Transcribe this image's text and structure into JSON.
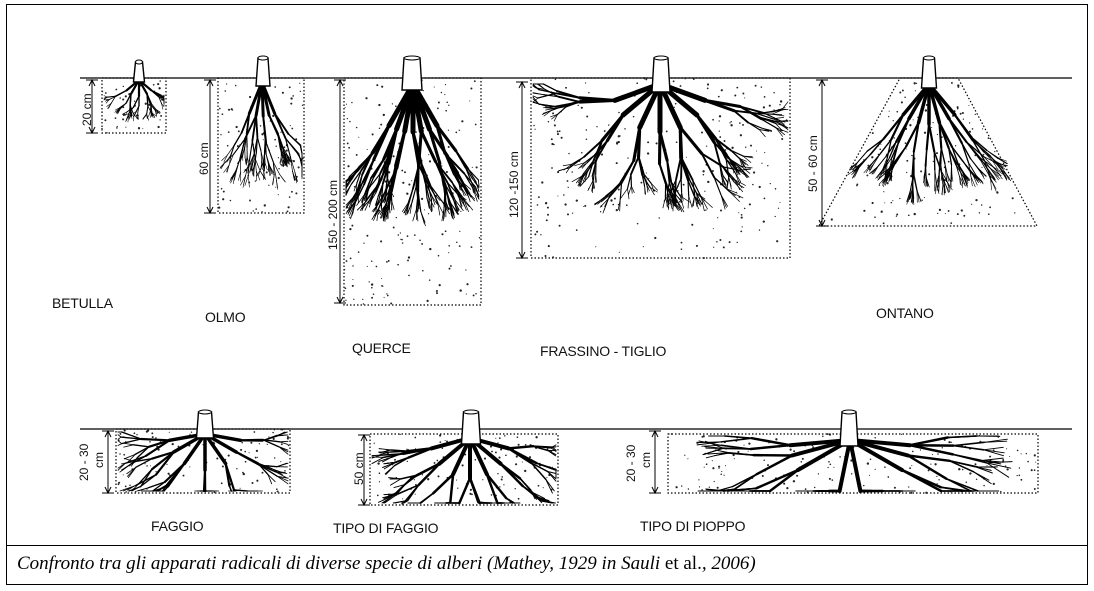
{
  "species": {
    "betulla": {
      "name": "BETULLA",
      "depth": "20 cm"
    },
    "olmo": {
      "name": "OLMO",
      "depth": "60 cm"
    },
    "querce": {
      "name": "QUERCE",
      "depth": "150 - 200 cm"
    },
    "frassino_tiglio": {
      "name": "FRASSINO - TIGLIO",
      "depth": "120 -150 cm"
    },
    "ontano": {
      "name": "ONTANO",
      "depth": "50 - 60 cm"
    },
    "faggio": {
      "name": "FAGGIO",
      "depth_line1": "20 - 30",
      "depth_line2": "cm"
    },
    "tipo_di_faggio": {
      "name": "TIPO DI FAGGIO",
      "depth": "50 cm"
    },
    "tipo_di_pioppo": {
      "name": "TIPO DI PIOPPO",
      "depth_line1": "20 - 30",
      "depth_line2": "cm"
    }
  },
  "caption": {
    "part1": "Confronto tra gli apparati radicali di diverse specie di alberi (Mathey, 1929 in Sauli",
    "part2": " et al.",
    "part3": ", 2006)"
  }
}
